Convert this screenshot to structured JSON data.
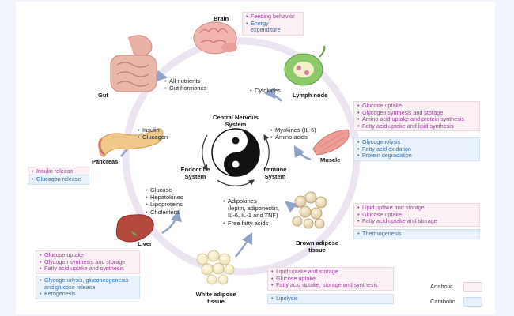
{
  "organs": {
    "brain": "Brain",
    "gut": "Gut",
    "lymph_node": "Lymph node",
    "pancreas": "Pancreas",
    "muscle": "Muscle",
    "liver": "Liver",
    "brown_adipose": [
      "Brown adipose",
      "tissue"
    ],
    "white_adipose": [
      "White adipose",
      "tissue"
    ]
  },
  "center": {
    "cns": [
      "Central Nervous",
      "System"
    ],
    "endocrine": [
      "Endocrine",
      "System"
    ],
    "immune": [
      "Immune",
      "System"
    ]
  },
  "signals": {
    "gut": [
      "All nutrients",
      "Gut hormones"
    ],
    "lymph": [
      "Cytokines"
    ],
    "pancreas": [
      "Insulin",
      "Glucagon"
    ],
    "muscle": [
      "Myokines (IL-6)",
      "Amino acids"
    ],
    "liver": [
      "Glucose",
      "Hepatokines",
      "Lipoproteins",
      "Cholesterol"
    ],
    "adipose": [
      "Adipokines",
      "(leptin, adiponectin,",
      "IL-6, IL-1 and TNF)",
      "Free fatty acids"
    ]
  },
  "effects": {
    "brain": {
      "anabolic": [
        "Feeding behavior"
      ],
      "catabolic": [
        "Energy expenditure"
      ]
    },
    "pancreas": {
      "anabolic": [
        "Insulin release"
      ],
      "catabolic": [
        "Glucagon release"
      ]
    },
    "muscle": {
      "anabolic": [
        "Glucose uptake",
        "Glycogen synthesis and storage",
        "Amino acid uptake and protein synthesis",
        "Fatty acid uptake and lipid synthesis"
      ],
      "catabolic": [
        "Glycogenolysis",
        "Fatty acid oxidation",
        "Protein degradation"
      ]
    },
    "brown": {
      "anabolic": [
        "Lipid uptake and storage",
        "Glucose uptake",
        "Fatty acid uptake and storage"
      ],
      "catabolic": [
        "Thermogenesis"
      ]
    },
    "liver": {
      "anabolic": [
        "Glucose uptake",
        "Glycogen synthesis and storage",
        "Fatty acid uptake and synthesis"
      ],
      "catabolic": [
        "Glycogenolysis, gluconeogenesis",
        "and glucose release",
        "Ketogenesis"
      ]
    },
    "white": {
      "anabolic": [
        "Lipid uptake and storage",
        "Glucose uptake",
        "Fatty acid uptake, storage and synthesis"
      ],
      "catabolic": [
        "Lipolysis"
      ]
    }
  },
  "legend": {
    "anabolic": "Anabolic",
    "catabolic": "Catabolic"
  },
  "colors": {
    "anabolic_text": "#9b3f9e",
    "catabolic_text": "#2f6fb3",
    "anabolic_fill": "#fbf1f5",
    "catabolic_fill": "#e9f2fb",
    "ring": "#ece4f1",
    "arrow": "#8fa3c8"
  }
}
